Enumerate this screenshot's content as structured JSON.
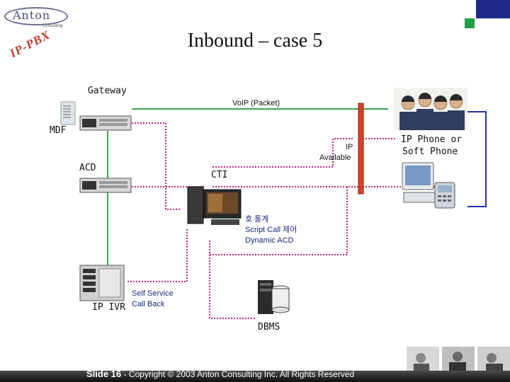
{
  "logo": {
    "wordmark": "Anton",
    "sub": "Consulting"
  },
  "header": {
    "title": "Inbound – case 5",
    "side_label": "IP-PBX"
  },
  "colors": {
    "corner_square": "#1f2a8a",
    "corner_square_light": "#21a04a",
    "green_line": "#3aa84a",
    "pink_dotted": "#c02080",
    "blue_line": "#2233aa",
    "firewall": "#d9432a"
  },
  "nodes": {
    "gateway": "Gateway",
    "mdf": "MDF",
    "acd": "ACD",
    "ip_ivr": "IP IVR",
    "cti": "CTI",
    "dbms": "DBMS",
    "ip_phone": [
      "IP Phone or",
      "Soft Phone"
    ]
  },
  "links": {
    "voip": "VoIP (Packet)",
    "ip_available": [
      "IP",
      "Available"
    ],
    "cti_features": [
      "호 통계",
      "Script Call 제어",
      "Dynamic ACD"
    ],
    "self_service": [
      "Self Service",
      "Call Back"
    ]
  },
  "footer": {
    "slide": "Slide 16",
    "rest": " - Copyright © 2003 Anton Consulting Inc.  All Rights Reserved"
  },
  "icons": [
    "mdf-panel-icon",
    "gateway-server-icon",
    "acd-server-icon",
    "ivr-server-icon",
    "cti-workstation-icon",
    "database-icon",
    "ip-phone-icon",
    "agents-photo",
    "firewall-icon"
  ]
}
